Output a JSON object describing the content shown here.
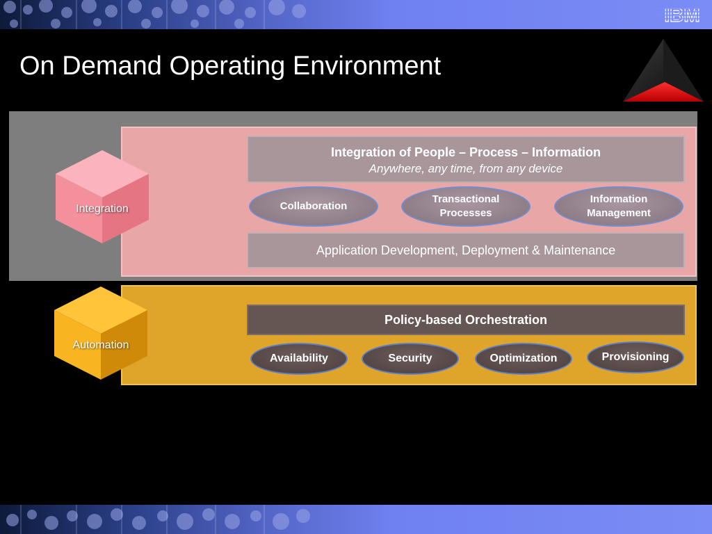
{
  "slide": {
    "title": "On Demand Operating Environment",
    "logo_text": "IBM"
  },
  "integration": {
    "cube_label": "Integration",
    "header_title": "Integration of People – Process – Information",
    "header_subtitle": "Anywhere, any time, from any device",
    "pills": [
      {
        "label": "Collaboration"
      },
      {
        "label": "Transactional Processes"
      },
      {
        "label": "Information Management"
      }
    ],
    "bottom_box": "Application Development, Deployment & Maintenance"
  },
  "automation": {
    "cube_label": "Automation",
    "header_title": "Policy-based Orchestration",
    "pills": [
      {
        "label": "Availability"
      },
      {
        "label": "Security"
      },
      {
        "label": "Optimization"
      },
      {
        "label": "Provisioning"
      }
    ]
  },
  "colors": {
    "integration_panel": "#e9a6a6",
    "integration_cube": "#f48a97",
    "automation_panel": "#dfa52a",
    "automation_cube": "#f5b321",
    "band": "#7b8cf6"
  },
  "icons": [
    "ibm-logo-icon",
    "pyramid-icon",
    "integration-cube-icon",
    "automation-cube-icon"
  ]
}
